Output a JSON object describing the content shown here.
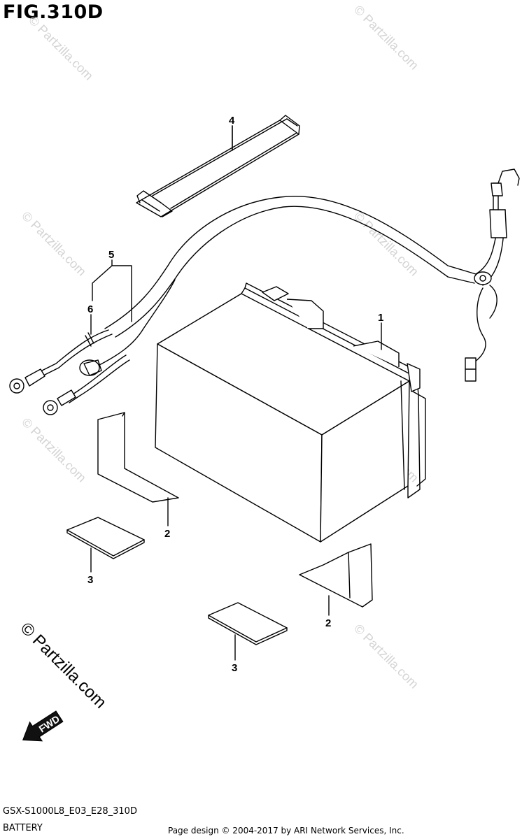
{
  "figure": {
    "title": "FIG.310D"
  },
  "callouts": {
    "c1": "1",
    "c2a": "2",
    "c2b": "2",
    "c3a": "3",
    "c3b": "3",
    "c4": "4",
    "c5": "5",
    "c6": "6"
  },
  "watermark": {
    "text": "© Partzilla.com"
  },
  "direction": {
    "label": "FWD"
  },
  "footer": {
    "model_code": "GSX-S1000L8_E03_E28_310D",
    "section": "BATTERY",
    "credit": "Page design © 2004-2017 by ARI Network Services, Inc."
  }
}
